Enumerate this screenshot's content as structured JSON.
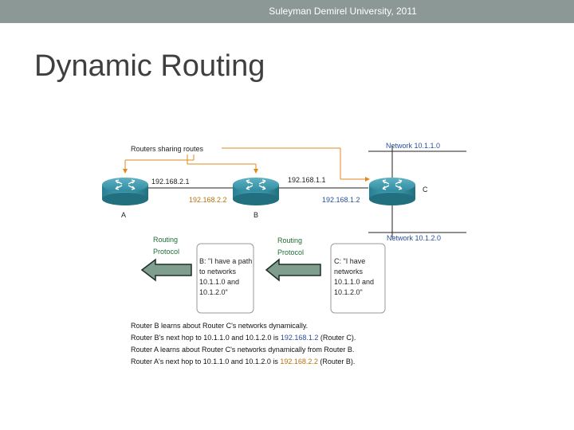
{
  "header": {
    "institution": "Suleyman Demirel University, 2011"
  },
  "slide": {
    "title": "Dynamic Routing"
  },
  "diagram": {
    "sharing_label": "Routers sharing routes",
    "network_top": "Network 10.1.1.0",
    "network_bottom": "Network 10.1.2.0",
    "routers": [
      {
        "letter": "A"
      },
      {
        "letter": "B"
      },
      {
        "letter": "C"
      }
    ],
    "ip_a_b": "192.168.2.1",
    "ip_b_left": "192.168.2.2",
    "ip_b_c": "192.168.1.1",
    "ip_c_left": "192.168.1.2",
    "protocol_left": [
      "Routing",
      "Protocol"
    ],
    "protocol_right": [
      "Routing",
      "Protocol"
    ],
    "msg_b": [
      "B: \"I have a path",
      "to networks",
      "10.1.1.0 and",
      "10.1.2.0\""
    ],
    "msg_c": [
      "C: \"I have",
      "networks",
      "10.1.1.0 and",
      "10.1.2.0\""
    ],
    "explanation": [
      {
        "parts": [
          {
            "text": "Router B learns about Router C's networks dynamically.",
            "color": "#111111"
          }
        ]
      },
      {
        "parts": [
          {
            "text": "Router B's next hop to 10.1.1.0 and 10.1.2.0 is ",
            "color": "#111111"
          },
          {
            "text": "192.168.1.2",
            "color": "#2a4d9c"
          },
          {
            "text": " (Router C).",
            "color": "#111111"
          }
        ]
      },
      {
        "parts": [
          {
            "text": "Router A learns about Router C's networks dynamically from Router B.",
            "color": "#111111"
          }
        ]
      },
      {
        "parts": [
          {
            "text": "Router A's next hop to 10.1.1.0 and 10.1.2.0 is ",
            "color": "#111111"
          },
          {
            "text": "192.168.2.2",
            "color": "#b7700f"
          },
          {
            "text": " (Router B).",
            "color": "#111111"
          }
        ]
      }
    ]
  },
  "colors": {
    "header_bar": "#8c9896",
    "router_body": "#2e8a9e",
    "arrow_fill": "#7f9e8e",
    "flow_line": "#e0891c",
    "blue_text": "#2a4d9c",
    "orange_text": "#b7700f",
    "green_text": "#1f6e33"
  },
  "icons": [
    "router-icon",
    "left-arrow-icon"
  ]
}
